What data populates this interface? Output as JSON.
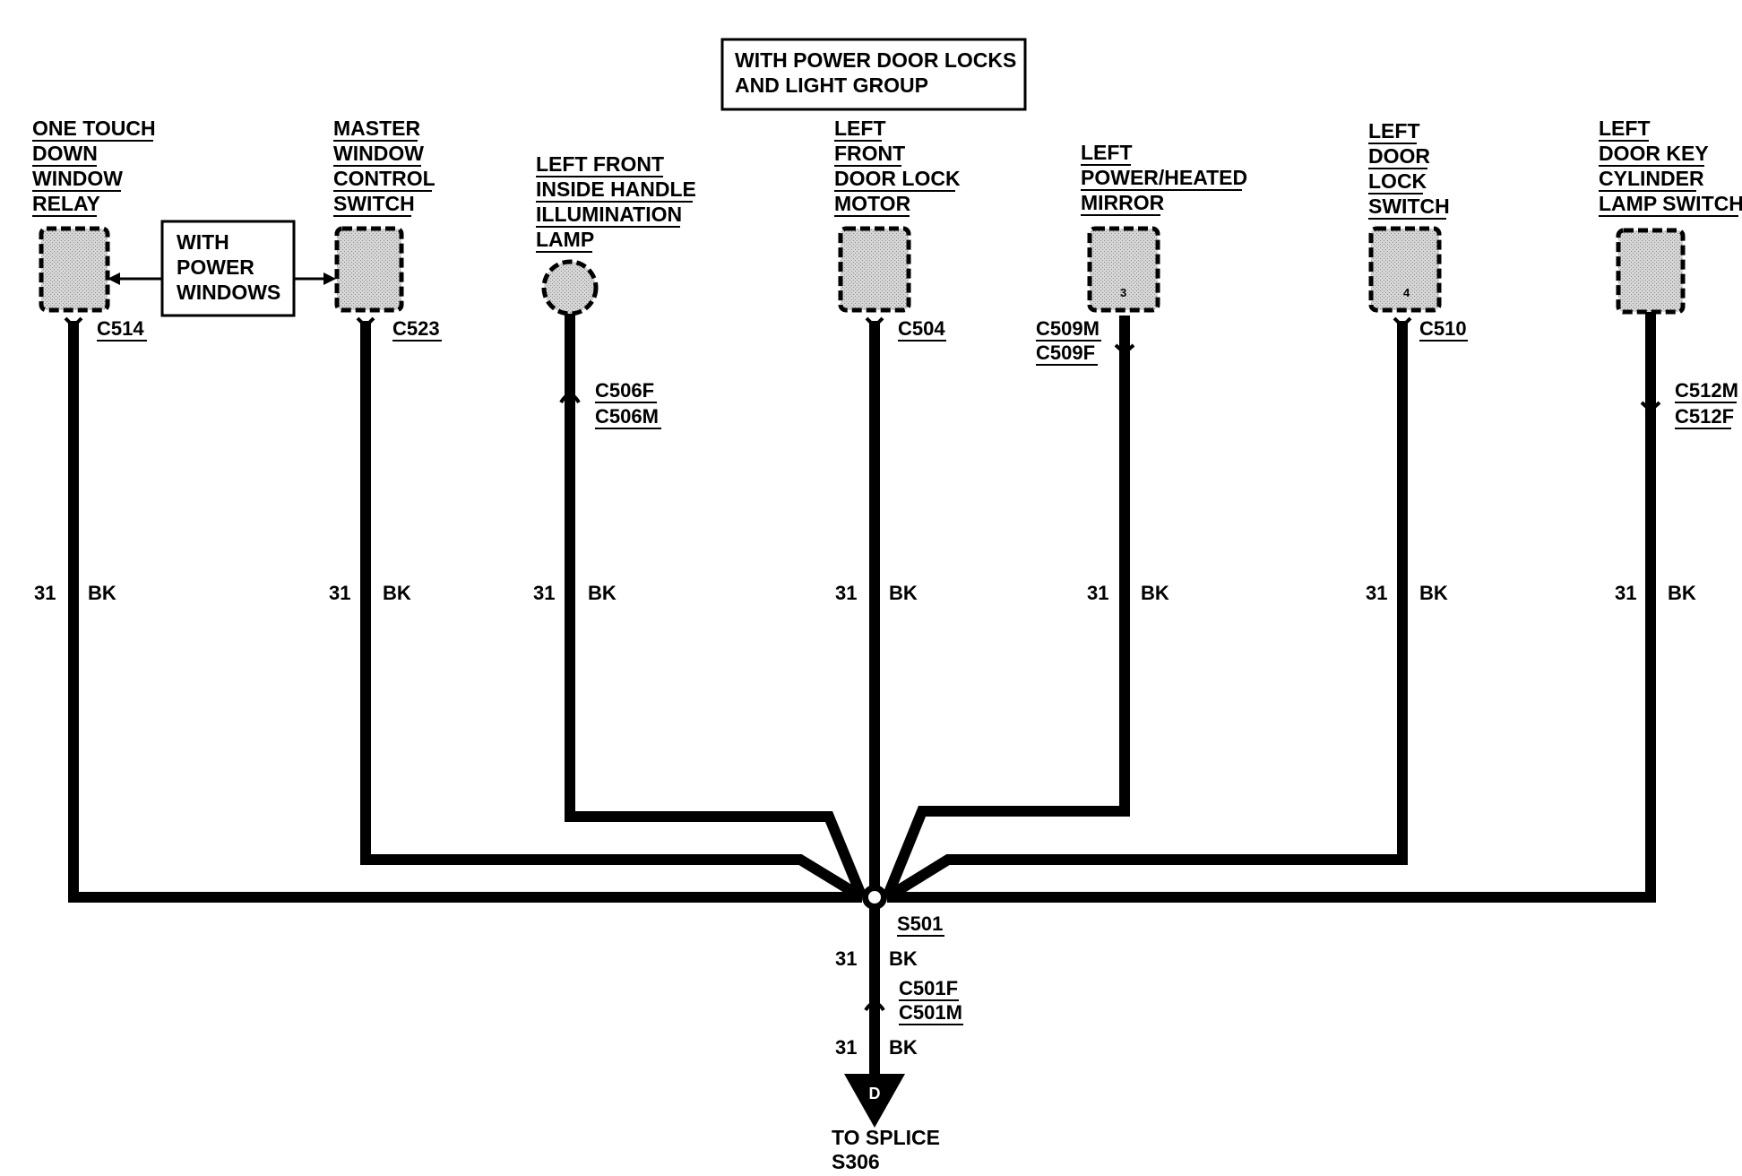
{
  "banner": {
    "line1": "WITH POWER DOOR LOCKS",
    "line2": "AND LIGHT GROUP"
  },
  "note_box": {
    "line1": "WITH",
    "line2": "POWER",
    "line3": "WINDOWS"
  },
  "components": [
    {
      "label": [
        "ONE TOUCH",
        "DOWN",
        "WINDOW",
        "RELAY"
      ],
      "connector": [
        "C514"
      ],
      "wire_gauge": "31",
      "wire_color": "BK"
    },
    {
      "label": [
        "MASTER",
        "WINDOW",
        "CONTROL",
        "SWITCH"
      ],
      "connector": [
        "C523"
      ],
      "wire_gauge": "31",
      "wire_color": "BK"
    },
    {
      "label": [
        "LEFT FRONT",
        "INSIDE HANDLE",
        "ILLUMINATION",
        "LAMP"
      ],
      "connector": [
        "C506F",
        "C506M"
      ],
      "wire_gauge": "31",
      "wire_color": "BK"
    },
    {
      "label": [
        "LEFT",
        "FRONT",
        "DOOR LOCK",
        "MOTOR"
      ],
      "connector": [
        "C504"
      ],
      "wire_gauge": "31",
      "wire_color": "BK"
    },
    {
      "label": [
        "LEFT",
        "POWER/HEATED",
        "MIRROR"
      ],
      "connector": [
        "C509M",
        "C509F"
      ],
      "pin": "3",
      "wire_gauge": "31",
      "wire_color": "BK"
    },
    {
      "label": [
        "LEFT",
        "DOOR",
        "LOCK",
        "SWITCH"
      ],
      "connector": [
        "C510"
      ],
      "pin": "4",
      "wire_gauge": "31",
      "wire_color": "BK"
    },
    {
      "label": [
        "LEFT",
        "DOOR KEY",
        "CYLINDER",
        "LAMP SWITCH"
      ],
      "connector": [
        "C512M",
        "C512F"
      ],
      "wire_gauge": "31",
      "wire_color": "BK"
    }
  ],
  "splice": {
    "name": "S501"
  },
  "trunk": {
    "upper_gauge": "31",
    "upper_color": "BK",
    "connector": [
      "C501F",
      "C501M"
    ],
    "lower_gauge": "31",
    "lower_color": "BK"
  },
  "destination": {
    "marker": "D",
    "line1": "TO SPLICE",
    "line2": "S306"
  }
}
